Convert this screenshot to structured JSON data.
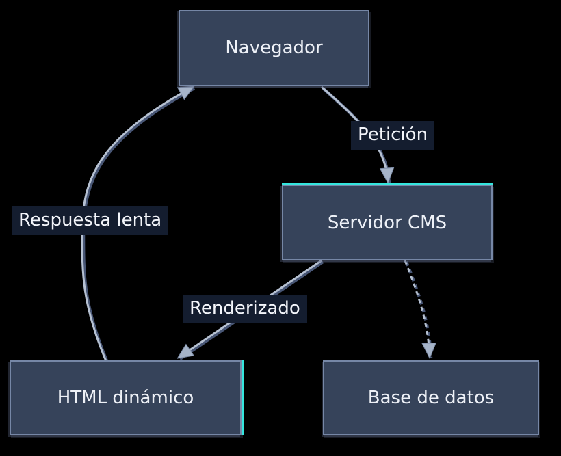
{
  "diagram": {
    "type": "flowchart",
    "nodes": [
      {
        "id": "navegador",
        "label": "Navegador"
      },
      {
        "id": "servidor-cms",
        "label": "Servidor CMS"
      },
      {
        "id": "html-dinamico",
        "label": "HTML dinámico"
      },
      {
        "id": "base-de-datos",
        "label": "Base de datos"
      }
    ],
    "edges": [
      {
        "from": "navegador",
        "to": "servidor-cms",
        "label": "Petición",
        "style": "solid-arrow"
      },
      {
        "from": "html-dinamico",
        "to": "navegador",
        "label": "Respuesta lenta",
        "style": "solid-arrow"
      },
      {
        "from": "servidor-cms",
        "to": "html-dinamico",
        "label": "Renderizado",
        "style": "solid-arrow"
      },
      {
        "from": "servidor-cms",
        "to": "base-de-datos",
        "label": "",
        "style": "dashed-arrow"
      }
    ],
    "colors": {
      "background": "#000000",
      "node_fill": "#36435a",
      "node_border": "#7687a6",
      "node_text": "#eef1f7",
      "edge_stroke": "#b6c1d2",
      "edge_shadow": "#55658a",
      "arrowhead": "#a6b4c9",
      "label_bg": "#141d2f",
      "label_text": "#f3f5fa",
      "accent_cyan": "#35e6de"
    }
  }
}
